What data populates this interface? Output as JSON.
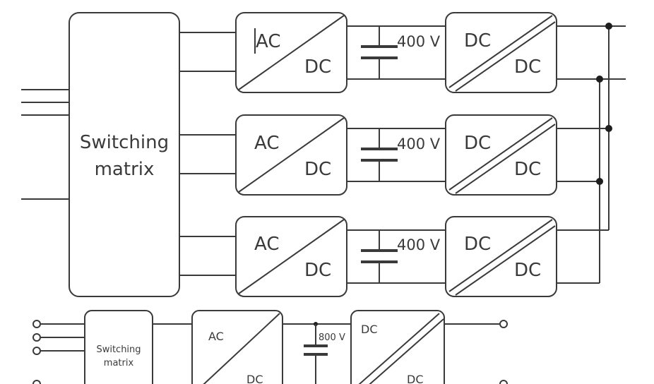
{
  "top": {
    "matrix_line1": "Switching",
    "matrix_line2": "matrix",
    "stages": [
      {
        "ac": "AC",
        "dc_in": "DC",
        "voltage": "400 V",
        "dc_a": "DC",
        "dc_b": "DC"
      },
      {
        "ac": "AC",
        "dc_in": "DC",
        "voltage": "400 V",
        "dc_a": "DC",
        "dc_b": "DC"
      },
      {
        "ac": "AC",
        "dc_in": "DC",
        "voltage": "400 V",
        "dc_a": "DC",
        "dc_b": "DC"
      }
    ]
  },
  "bottom": {
    "matrix_line1": "Switching",
    "matrix_line2": "matrix",
    "ac": "AC",
    "dc_in": "DC",
    "voltage": "800 V",
    "dc_a": "DC",
    "dc_b": "DC"
  }
}
